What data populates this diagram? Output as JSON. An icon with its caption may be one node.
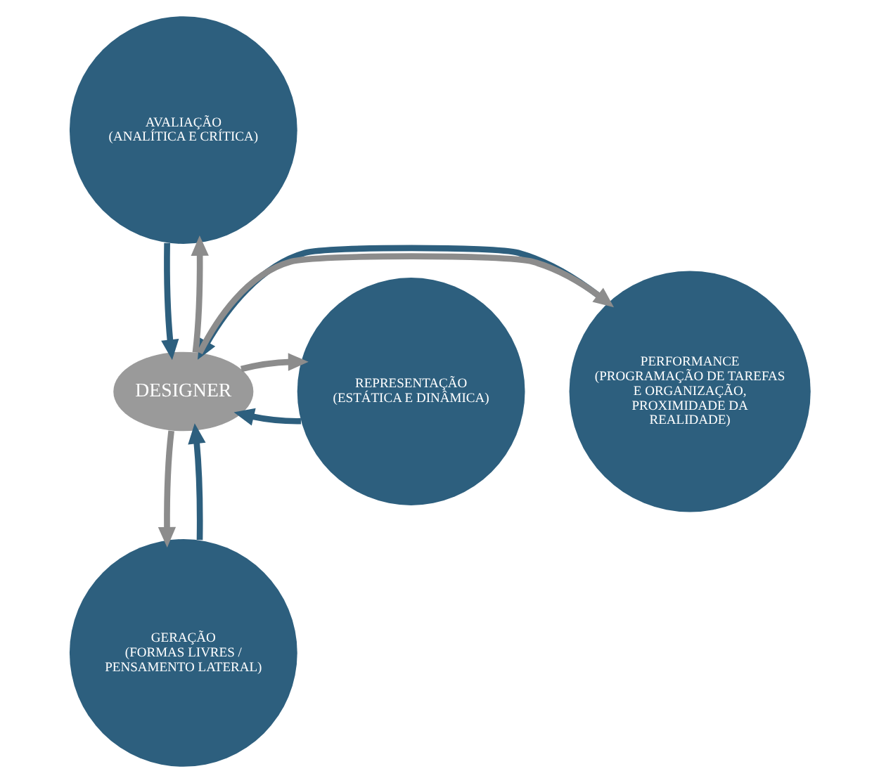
{
  "diagram": {
    "nodes": [
      {
        "text": [
          "AVALIAÇÃO",
          "(ANALÍTICA E CRÍTICA)"
        ]
      },
      {
        "text": [
          "PERFORMANCE",
          "(PROGRAMAÇÃO DE TAREFAS E ORGANIZAÇÃO, PROXIMIDADE DA REALIDADE)"
        ]
      },
      {
        "text": [
          "DESIGNER"
        ]
      },
      {
        "text": [
          "REPRESENTAÇÃO",
          "(ESTÁTICA E DINÂMICA)"
        ]
      },
      {
        "text": [
          "GERAÇÃO",
          "(FORMAS LIVRES / PENSAMENTO LATERAL)"
        ]
      }
    ],
    "edges": [
      {
        "from": 0,
        "to": 2,
        "arrow": "to",
        "color": "#2d5f7e"
      },
      {
        "from": 2,
        "to": 0,
        "arrow": "to",
        "color": "#8c8c8c"
      },
      {
        "from": 3,
        "to": 2,
        "arrow": "to",
        "color": "#2d5f7e"
      },
      {
        "from": 2,
        "to": 3,
        "arrow": "to",
        "color": "#8c8c8c"
      },
      {
        "from": 2,
        "to": 4,
        "arrow": "to",
        "color": "#8c8c8c"
      },
      {
        "from": 4,
        "to": 2,
        "arrow": "to",
        "color": "#2d5f7e"
      },
      {
        "from": 2,
        "to": 1,
        "arrow": "to",
        "color": "#8c8c8c"
      },
      {
        "from": 1,
        "to": 2,
        "arrow": "to",
        "color": "#2d5f7e"
      }
    ]
  }
}
